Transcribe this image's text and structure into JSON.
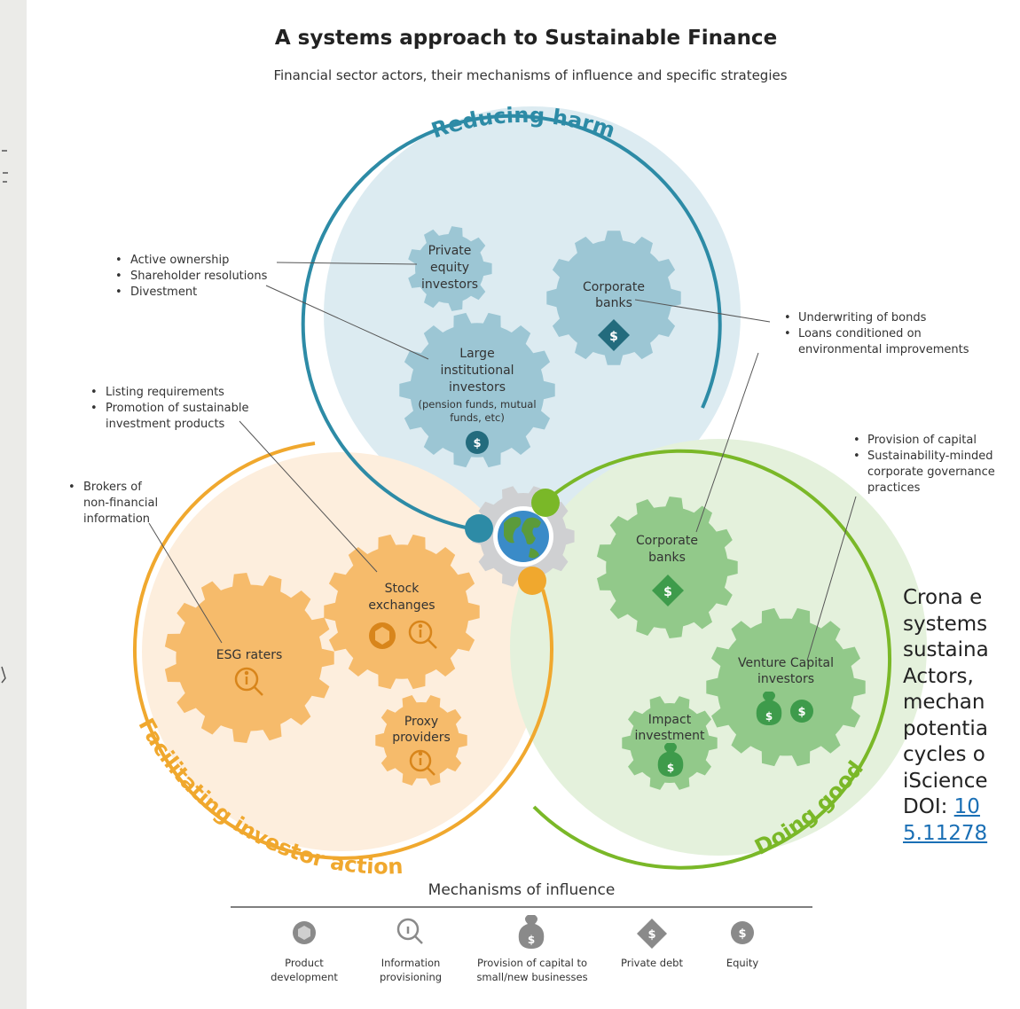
{
  "title": "A systems approach to Sustainable Finance",
  "subtitle": "Financial sector actors, their mechanisms of influence and specific strategies",
  "arcs": {
    "reducing_harm": "Reducing harm",
    "facilitating": "Facilitating investor action",
    "doing_good": "Doing good"
  },
  "gears": {
    "private_equity": [
      "Private",
      "equity",
      "investors"
    ],
    "corporate_banks_blue": [
      "Corporate",
      "banks"
    ],
    "large_institutional": [
      "Large",
      "institutional",
      "investors"
    ],
    "large_institutional_note": [
      "(pension funds, mutual",
      "funds, etc)"
    ],
    "stock_exchanges": [
      "Stock",
      "exchanges"
    ],
    "esg_raters": "ESG raters",
    "proxy_providers": [
      "Proxy",
      "providers"
    ],
    "corporate_banks_green": [
      "Corporate",
      "banks"
    ],
    "venture_capital": [
      "Venture Capital",
      "investors"
    ],
    "impact_investment": [
      "Impact",
      "investment"
    ]
  },
  "notes": {
    "investors": [
      "Active ownership",
      "Shareholder resolutions",
      "Divestment"
    ],
    "banks": [
      "Underwriting of bonds",
      "Loans conditioned on",
      "environmental improvements"
    ],
    "exchanges": [
      "Listing requirements",
      "Promotion of sustainable",
      "investment products"
    ],
    "brokers": [
      "Brokers of",
      "non-financial",
      "information"
    ],
    "capital": [
      "Provision of capital",
      "Sustainability-minded",
      "corporate governance",
      "practices"
    ]
  },
  "legend": {
    "title": "Mechanisms of influence",
    "items": [
      {
        "icon": "product-development-icon",
        "label": [
          "Product",
          "development"
        ]
      },
      {
        "icon": "information-provisioning-icon",
        "label": [
          "Information",
          "provisioning"
        ]
      },
      {
        "icon": "capital-provision-icon",
        "label": [
          "Provision of capital to",
          "small/new businesses"
        ]
      },
      {
        "icon": "private-debt-icon",
        "label": [
          "Private debt"
        ]
      },
      {
        "icon": "equity-icon",
        "label": [
          "Equity"
        ]
      }
    ]
  },
  "citation": {
    "lines": [
      "Crona e",
      "systems",
      "sustaina",
      "Actors, ",
      "mechan",
      "potentia",
      "cycles o",
      "iScience",
      "DOI: "
    ],
    "doi_part1": "10",
    "doi_part2": "5.11278"
  },
  "colors": {
    "blue_fill": "#dcebf1",
    "blue_gear": "#9cc6d4",
    "blue_ring": "#2d8ba6",
    "blue_icon": "#236b7d",
    "orange_fill": "#fdeedd",
    "orange_gear": "#f6bb6b",
    "orange_ring": "#f0a82e",
    "orange_icon": "#d8851b",
    "green_fill": "#e4f1dc",
    "green_gear": "#92c98a",
    "green_ring": "#7ab828",
    "green_icon": "#3e9b4b",
    "grey_gear": "#cfd0d2"
  }
}
